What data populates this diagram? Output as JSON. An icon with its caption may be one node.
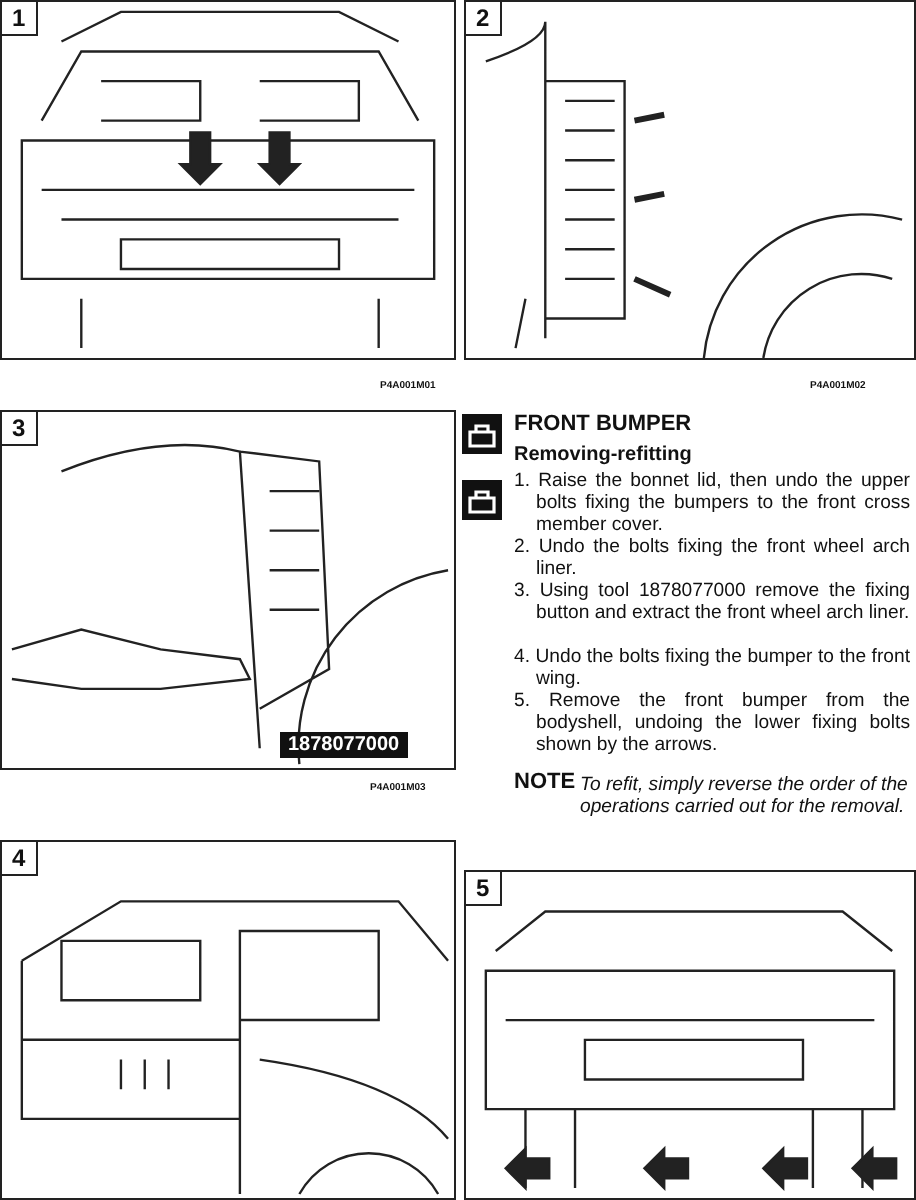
{
  "diagram": {
    "title": "FRONT BUMPER",
    "labels": [
      "1",
      "P4A001M01",
      "2",
      "P4A001M02",
      "3",
      "1878077000",
      "P4A001M03",
      "Removing-refitting",
      "1. Raise the bonnet lid, then undo the upper bolts fixing the bumpers to the front cross member cover.",
      "2. Undo the bolts fixing the front wheel arch liner.",
      "3. Using tool 1878077000 remove the fixing button and extract the front wheel arch liner.",
      "4. Undo the bolts fixing the bumper to the front wing.",
      "5. Remove the front bumper from the bodyshell, undoing the lower fixing bolts shown by the arrows.",
      "NOTE",
      "To refit, simply reverse the order of the operations carried out for the removal.",
      "4",
      "5"
    ]
  }
}
